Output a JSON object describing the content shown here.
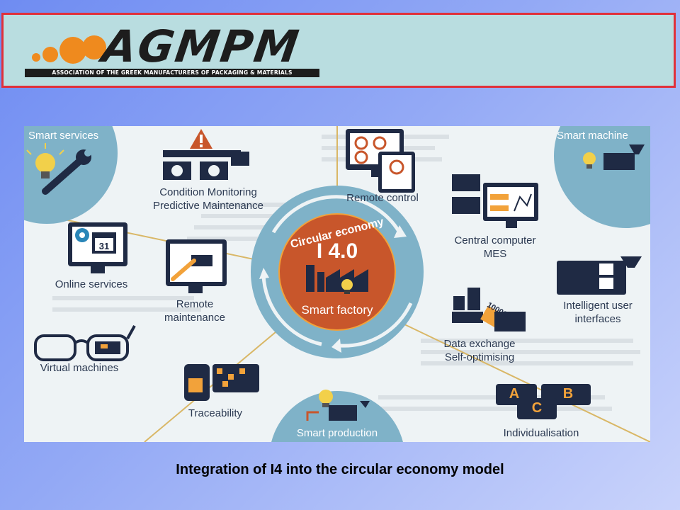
{
  "logo": {
    "name": "AGMPM",
    "subtitle": "ASSOCIATION OF THE GREEK MANUFACTURERS OF PACKAGING & MATERIALS",
    "colors": {
      "dots": "#ef8a1e",
      "text": "#1d1d1d"
    }
  },
  "diagram": {
    "center": {
      "ring_label": "Circular economy",
      "badge": "I 4.0",
      "label": "Smart factory"
    },
    "corners": {
      "top_left": "Smart services",
      "top_right": "Smart machine",
      "bottom": "Smart production"
    },
    "items": {
      "condition_monitoring": [
        "Condition Monitoring",
        "Predictive Maintenance"
      ],
      "remote_control": [
        "Remote control"
      ],
      "central_computer": [
        "Central computer",
        "MES"
      ],
      "online_services": [
        "Online services"
      ],
      "remote_maintenance": [
        "Remote",
        "maintenance"
      ],
      "intelligent_user": [
        "Intelligent user",
        "interfaces"
      ],
      "virtual_machines": [
        "Virtual machines"
      ],
      "data_exchange": [
        "Data exchange",
        "Self-optimising"
      ],
      "traceability": [
        "Traceability"
      ],
      "individualisation": [
        "Individualisation"
      ]
    },
    "icon_text": {
      "calendar_day": "31",
      "binary": "100010",
      "letter_a": "A",
      "letter_b": "B",
      "letter_c": "C"
    },
    "colors": {
      "background": "#eef3f5",
      "circle": "#7fb2c8",
      "center": "#c8562b",
      "icon_dark": "#1f2a44",
      "accent": "#f2a23a"
    }
  },
  "caption": "Integration of I4 into the circular economy model"
}
